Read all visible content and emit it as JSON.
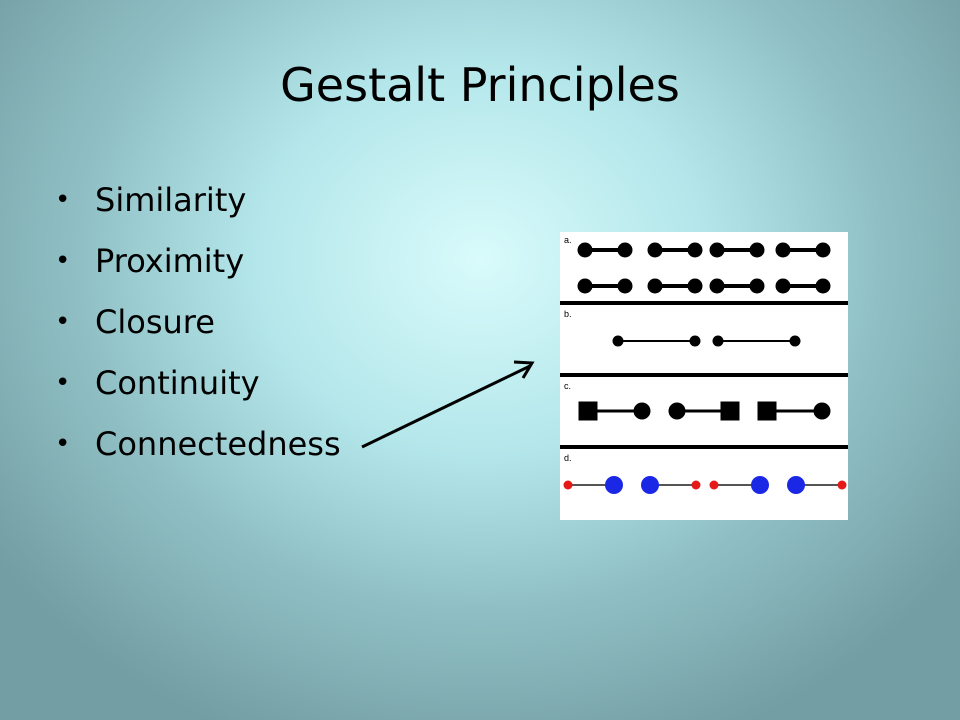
{
  "slide": {
    "title": "Gestalt Principles",
    "bullets": [
      "Similarity",
      "Proximity",
      "Closure",
      "Continuity",
      "Connectedness"
    ],
    "bullet_glyph": "•"
  },
  "figure": {
    "panels": [
      {
        "label": "a."
      },
      {
        "label": "b."
      },
      {
        "label": "c."
      },
      {
        "label": "d."
      }
    ],
    "colors": {
      "blue": "#1a28e6",
      "red": "#e61919",
      "black": "#000000"
    }
  }
}
